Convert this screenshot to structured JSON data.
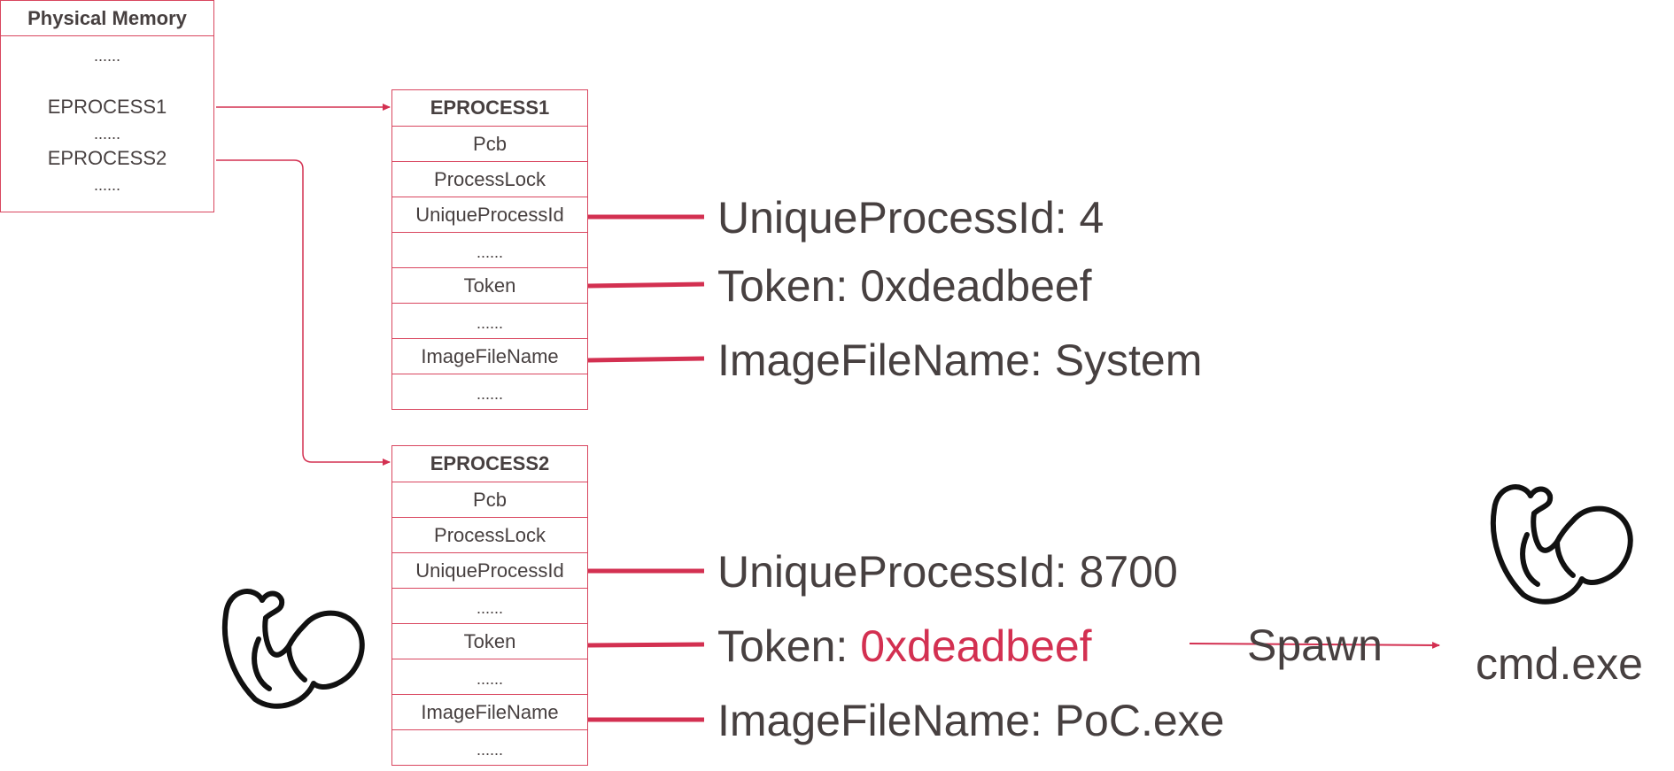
{
  "physical_memory": {
    "title": "Physical Memory",
    "lines": [
      "......",
      "EPROCESS1",
      "......",
      "EPROCESS2",
      "......"
    ]
  },
  "eprocess1": {
    "title": "EPROCESS1",
    "fields": [
      "Pcb",
      "ProcessLock",
      "UniqueProcessId",
      "......",
      "Token",
      "......",
      "ImageFileName",
      "......"
    ],
    "values": {
      "pid": "UniqueProcessId: 4",
      "token_label": "Token: ",
      "token_value": "0xdeadbeef",
      "image": "ImageFileName: System"
    }
  },
  "eprocess2": {
    "title": "EPROCESS2",
    "fields": [
      "Pcb",
      "ProcessLock",
      "UniqueProcessId",
      "......",
      "Token",
      "......",
      "ImageFileName",
      "......"
    ],
    "values": {
      "pid": "UniqueProcessId: 8700",
      "token_label": "Token: ",
      "token_value": "0xdeadbeef",
      "image": "ImageFileName: PoC.exe"
    }
  },
  "spawn_label": "Spawn",
  "cmd_label": "cmd.exe",
  "icons": [
    "flexed-biceps-icon",
    "flexed-biceps-icon"
  ],
  "colors": {
    "accent": "#d33051",
    "text": "#474040",
    "border": "#d9465f"
  }
}
